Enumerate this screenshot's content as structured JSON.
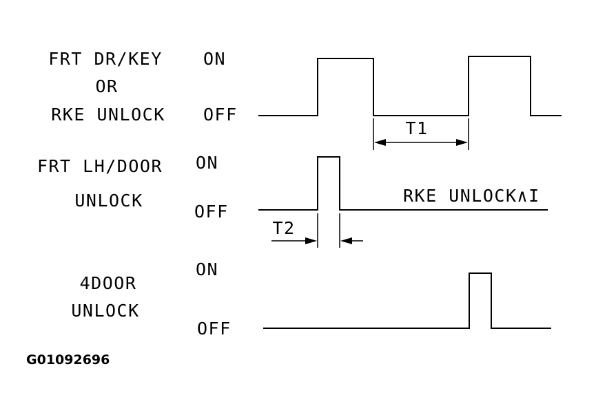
{
  "signals": [
    {
      "label_lines": [
        "FRT DR/KEY",
        "OR",
        "RKE UNLOCK"
      ],
      "on_label": "ON",
      "off_label": "OFF"
    },
    {
      "label_lines": [
        "FRT LH/DOOR",
        "UNLOCK"
      ],
      "on_label": "ON",
      "off_label": "OFF"
    },
    {
      "label_lines": [
        "4DOOR",
        "UNLOCK"
      ],
      "on_label": "ON",
      "off_label": "OFF"
    }
  ],
  "annotations": {
    "t1": "T1",
    "t2": "T2",
    "rke_note": "RKE UNLOCK∧I"
  },
  "figure_id": "G01092696"
}
